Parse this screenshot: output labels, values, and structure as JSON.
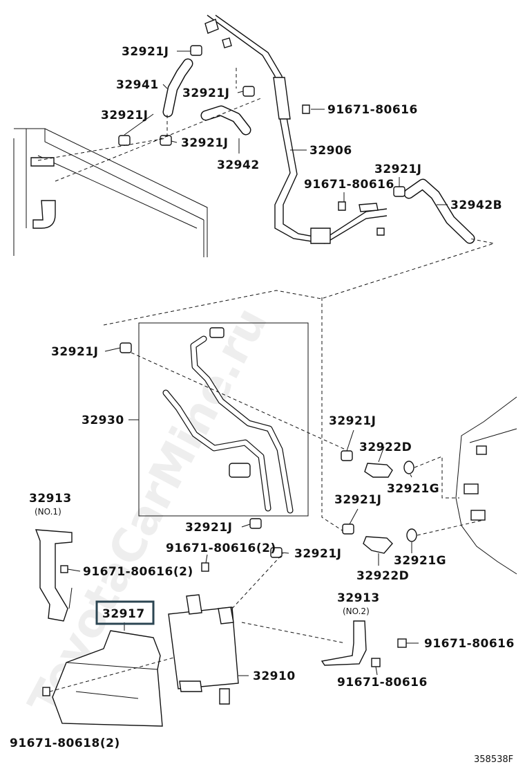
{
  "watermark": "ToyotaCarMine.ru",
  "diagram_id": "358538F",
  "labels": {
    "p32921J_a": "32921J",
    "p32941": "32941",
    "p32921J_b": "32921J",
    "p32921J_c": "32921J",
    "p32921J_d": "32921J",
    "p32942": "32942",
    "p91671_80616_a": "91671-80616",
    "p32906": "32906",
    "p32921J_e": "32921J",
    "p91671_80616_b": "91671-80616",
    "p32942B": "32942B",
    "p32921J_f": "32921J",
    "p32930": "32930",
    "p32921J_g": "32921J",
    "p32922D_a": "32922D",
    "p32921G_a": "32921G",
    "p32921J_h": "32921J",
    "p32921G_b": "32921G",
    "p32922D_b": "32922D",
    "p32913_a": "32913",
    "p32913_a_note": "(NO.1)",
    "p32921J_i": "32921J",
    "p91671_80616_2a": "91671-80616(2)",
    "p32921J_j": "32921J",
    "p91671_80616_2b": "91671-80616(2)",
    "p32917": "32917",
    "p32913_b": "32913",
    "p32913_b_note": "(NO.2)",
    "p91671_80616_c": "91671-80616",
    "p32910": "32910",
    "p91671_80616_d": "91671-80616",
    "p91671_80618_2": "91671-80618(2)"
  }
}
